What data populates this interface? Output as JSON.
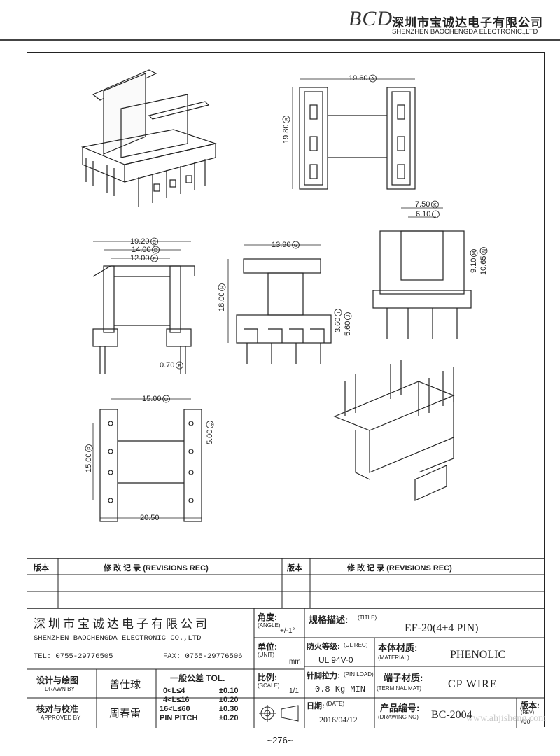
{
  "header": {
    "logo": "BCD",
    "company_cn": "深圳市宝诚达电子有限公司",
    "company_en": "SHENZHEN BAOCHENGDA ELECTRONIC.,LTD"
  },
  "dimensions": {
    "a": "19.60",
    "b": "19.80",
    "k": "7.50",
    "l": "6.10",
    "c": "19.20",
    "d": "14.00",
    "e": "12.00",
    "f": "0.70",
    "g": "13.90",
    "h": "18.00",
    "i": "3.60",
    "j": "5.60",
    "m": "9.10",
    "n": "10.65",
    "o": "15.00",
    "p": "15.00",
    "q": "5.00",
    "r": "20.50"
  },
  "dimension_letters": {
    "a": "A",
    "b": "B",
    "c": "C",
    "d": "D",
    "e": "E",
    "f": "F",
    "g": "G",
    "h": "H",
    "i": "I",
    "j": "J",
    "k": "K",
    "l": "L",
    "m": "M",
    "n": "N",
    "o": "O",
    "p": "P",
    "q": "Q"
  },
  "revisions": {
    "col_version": "版本",
    "col_record": "修 改 记 录 (REVISIONS REC)"
  },
  "title_block": {
    "company_cn": "深圳市宝诚达电子有限公司",
    "company_en": "SHENZHEN BAOCHENGDA ELECTRONIC CO.,LTD",
    "tel": "TEL: 0755-29776505",
    "fax": "FAX: 0755-29776506",
    "angle_label": "角度:",
    "angle_en": "(ANGLE)",
    "angle_value": "+/-1°",
    "unit_label": "单位:",
    "unit_en": "(UNIT)",
    "unit_value": "mm",
    "scale_label": "比例:",
    "scale_en": "(SCALE)",
    "scale_value": "1/1",
    "title_label": "规格描述:",
    "title_en": "(TITLE)",
    "title_value": "EF-20(4+4 PIN)",
    "ul_label": "防火等级:",
    "ul_en": "(UL REC)",
    "ul_value": "UL 94V-0",
    "material_label": "本体材质:",
    "material_en": "(MATERIAL)",
    "material_value": "PHENOLIC",
    "pin_load_label": "针脚拉力:",
    "pin_load_en": "(PIN LOAD)",
    "pin_load_value": "0.8 Kg MIN",
    "terminal_label": "端子材质:",
    "terminal_en": "(TERMINAL MAT)",
    "terminal_value": "CP WIRE",
    "date_label": "日期:",
    "date_en": "(DATE)",
    "date_value": "2016/04/12",
    "drawing_no_label": "产品编号:",
    "drawing_no_en": "(DRAWING NO)",
    "drawing_no_value": "BC-2004",
    "rev_label": "版本:",
    "rev_en": "(REV)",
    "rev_value": "A/0",
    "drawn_label": "设计与绘图",
    "drawn_en": "DRAWN BY",
    "drawn_value": "曾仕球",
    "approved_label": "核对与校准",
    "approved_en": "APPROVED BY",
    "approved_value": "周春雷",
    "tol_title": "一般公差 TOL.",
    "tol_rows": [
      {
        "range": "0<L≤4",
        "value": "±0.10"
      },
      {
        "range": "4<L≤16",
        "value": "±0.20"
      },
      {
        "range": "16<L≤60",
        "value": "±0.30"
      },
      {
        "range": "PIN PITCH",
        "value": "±0.20"
      }
    ]
  },
  "page_number": "~276~",
  "watermark": "www.ahjisheng.com"
}
